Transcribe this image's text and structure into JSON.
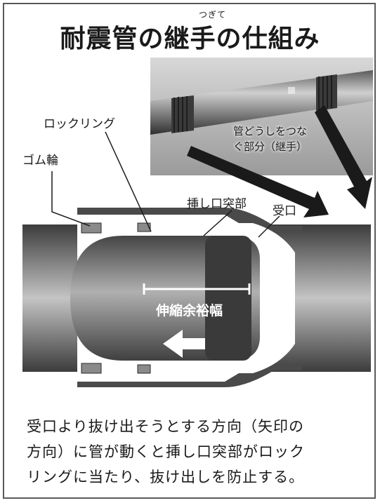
{
  "title": {
    "ruby": "つぎて",
    "text": "耐震管の継手の仕組み"
  },
  "photo": {
    "caption_line1": "管どうしをつな",
    "caption_line2": "ぐ部分（継手）"
  },
  "labels": {
    "lock_ring": "ロックリング",
    "rubber_ring": "ゴム輪",
    "spigot_projection": "挿し口突部",
    "socket": "受口",
    "expansion_allowance": "伸縮余裕幅"
  },
  "caption": {
    "line1": "受口より抜け出そうとする方向（矢印の",
    "line2": "方向）に管が動くと挿し口突部がロック",
    "line3": "リングに当たり、抜け出しを防止する。"
  },
  "colors": {
    "pipe_dark": "#4a4a4a",
    "pipe_light": "#b5b5b5",
    "frame": "#5a5a5a"
  }
}
